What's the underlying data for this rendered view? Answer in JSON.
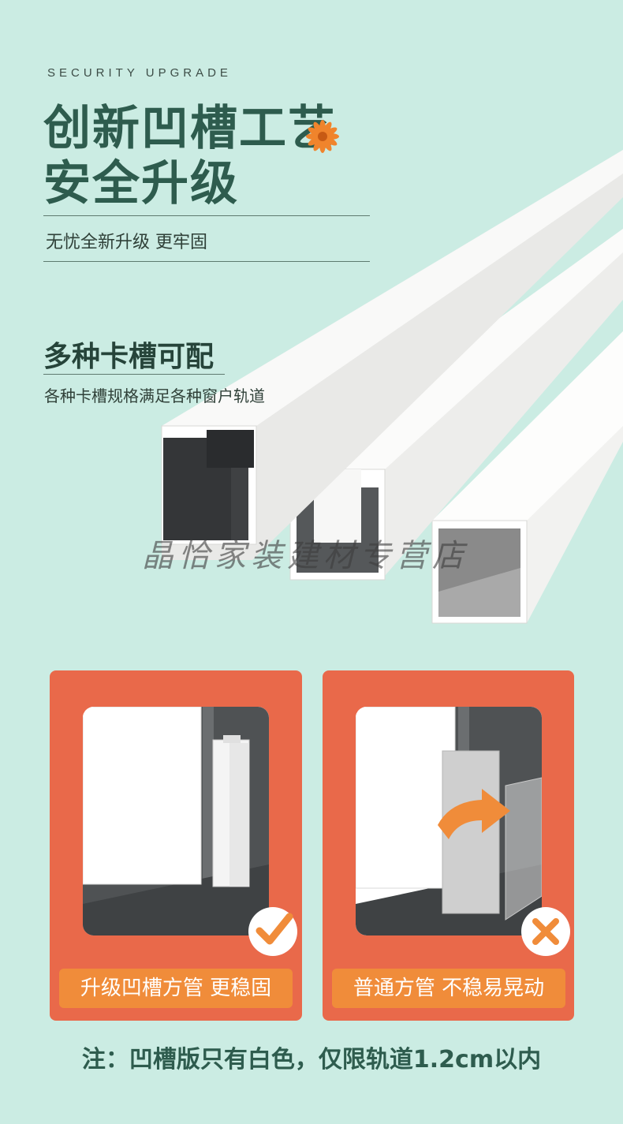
{
  "header": {
    "eyebrow": "SECURITY UPGRADE",
    "title_line1": "创新凹槽工艺",
    "title_line2": "安全升级",
    "subtitle": "无忧全新升级 更牢固"
  },
  "feature": {
    "heading": "多种卡槽可配",
    "description": "各种卡槽规格满足各种窗户轨道"
  },
  "watermark": "晶恰家装建材专营店",
  "comparison": {
    "good": {
      "label": "升级凹槽方管  更稳固",
      "badge_icon": "check-icon"
    },
    "bad": {
      "label": "普通方管 不稳易晃动",
      "badge_icon": "cross-icon"
    }
  },
  "note": "注：凹槽版只有白色，仅限轨道1.2cm以内",
  "colors": {
    "background": "#cbece3",
    "title": "#2e5c4e",
    "card": "#e9694a",
    "label": "#f08c3a",
    "accent_flower": "#f0842c"
  }
}
